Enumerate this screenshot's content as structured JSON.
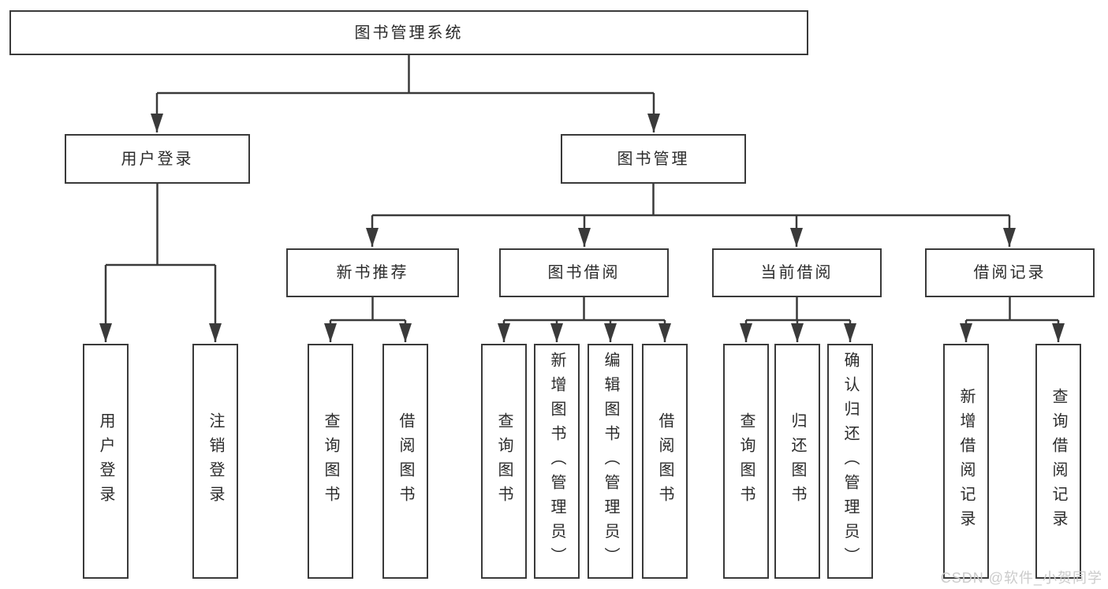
{
  "diagram": {
    "type": "hierarchy-tree",
    "root": {
      "label": "图书管理系统",
      "children": [
        {
          "label": "用户登录",
          "children": [
            {
              "label": "用户登录"
            },
            {
              "label": "注销登录"
            }
          ]
        },
        {
          "label": "图书管理",
          "children": [
            {
              "label": "新书推荐",
              "children": [
                {
                  "label": "查询图书"
                },
                {
                  "label": "借阅图书"
                }
              ]
            },
            {
              "label": "图书借阅",
              "children": [
                {
                  "label": "查询图书"
                },
                {
                  "label": "新增图书（管理员）"
                },
                {
                  "label": "编辑图书（管理员）"
                },
                {
                  "label": "借阅图书"
                }
              ]
            },
            {
              "label": "当前借阅",
              "children": [
                {
                  "label": "查询图书"
                },
                {
                  "label": "归还图书"
                },
                {
                  "label": "确认归还（管理员）"
                }
              ]
            },
            {
              "label": "借阅记录",
              "children": [
                {
                  "label": "新增借阅记录"
                },
                {
                  "label": "查询借阅记录"
                }
              ]
            }
          ]
        }
      ]
    },
    "colors": {
      "line": "#3a3a3a",
      "box_border": "#3a3a3a",
      "box_fill": "#ffffff",
      "text": "#2b2b2b",
      "background": "#ffffff"
    }
  },
  "watermark": {
    "text": "CSDN @软件_小贺同学",
    "color": "#cbcbcb"
  }
}
